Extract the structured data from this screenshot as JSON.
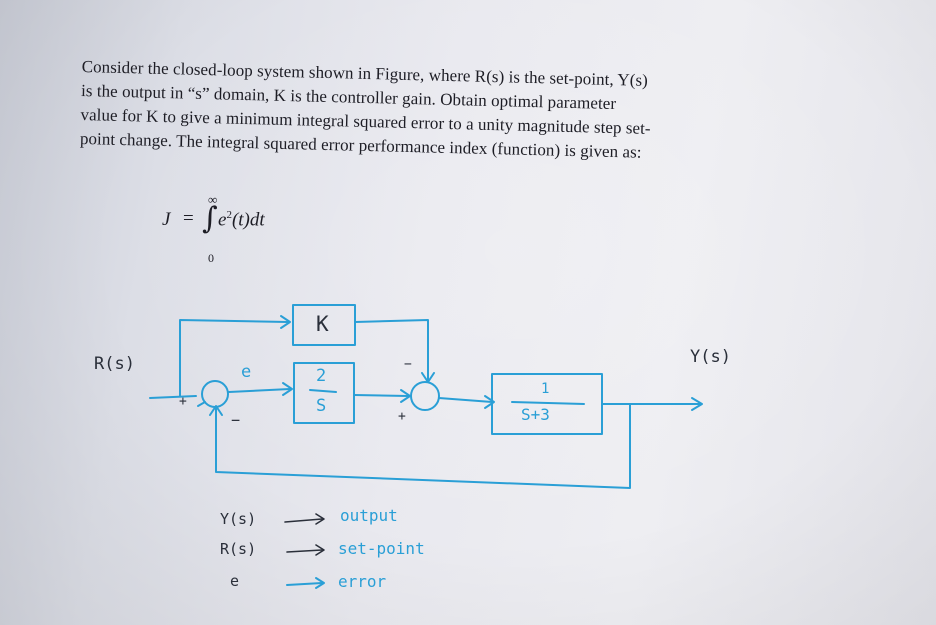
{
  "problem": {
    "lines": [
      "Consider the closed-loop system shown in Figure, where R(s) is the set-point, Y(s)",
      "is the output in “s” domain, K is the controller gain.  Obtain optimal parameter",
      "value for K to give a minimum integral squared error to a unity magnitude step set-",
      "point change.  The integral squared error performance index (function) is given as:"
    ]
  },
  "formula": {
    "lhs": "J",
    "equals": "=",
    "integral_sign": "∫",
    "upper_limit": "∞",
    "lower_limit": "0",
    "integrand_base": "e",
    "integrand_exponent": "2",
    "integrand_rest": "(t)dt"
  },
  "diagram": {
    "input_label": "R(s)",
    "output_label": "Y(s)",
    "error_label": "e",
    "sum1_plus": "+",
    "sum1_minus": "−",
    "sum2_plus": "+",
    "sum2_minus": "−",
    "controller_gain": "K",
    "block2_numerator": "2",
    "block2_denominator": "S",
    "plant_numerator": "1",
    "plant_denominator": "S+3",
    "ink_color": "#2a9fd6"
  },
  "legend": {
    "items": [
      {
        "symbol": "Y(s)",
        "arrow": "→",
        "meaning": "output"
      },
      {
        "symbol": "R(s)",
        "arrow": "→",
        "meaning": "set-point"
      },
      {
        "symbol": "e",
        "arrow": "→",
        "meaning": "error"
      }
    ]
  }
}
